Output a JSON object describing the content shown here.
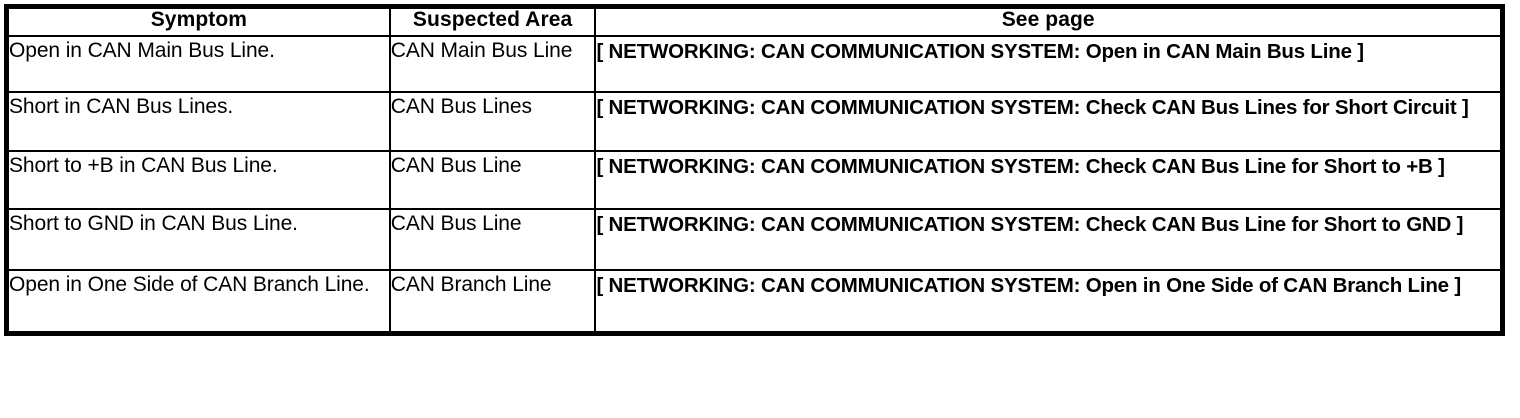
{
  "table": {
    "headers": [
      "Symptom",
      "Suspected Area",
      "See page"
    ],
    "rows": [
      {
        "symptom": "Open in CAN Main Bus Line.",
        "suspected_area": "CAN Main Bus Line",
        "see_page": "[ NETWORKING: CAN COMMUNICATION SYSTEM: Open in CAN Main Bus Line ]"
      },
      {
        "symptom": "Short in CAN Bus Lines.",
        "suspected_area": "CAN Bus Lines",
        "see_page": "[ NETWORKING: CAN COMMUNICATION SYSTEM: Check CAN Bus Lines for Short Circuit ]"
      },
      {
        "symptom": "Short to +B in CAN Bus Line.",
        "suspected_area": "CAN Bus Line",
        "see_page": "[ NETWORKING: CAN COMMUNICATION SYSTEM: Check CAN Bus Line for Short to +B ]"
      },
      {
        "symptom": "Short to GND in CAN Bus Line.",
        "suspected_area": "CAN Bus Line",
        "see_page": "[ NETWORKING: CAN COMMUNICATION SYSTEM: Check CAN Bus Line for Short to GND ]"
      },
      {
        "symptom": "Open in One Side of CAN Branch Line.",
        "suspected_area": "CAN Branch Line",
        "see_page": "[ NETWORKING: CAN COMMUNICATION SYSTEM: Open in One Side of CAN Branch Line ]"
      }
    ]
  },
  "colors": {
    "border": "#000000",
    "text": "#000000",
    "background": "#ffffff"
  }
}
